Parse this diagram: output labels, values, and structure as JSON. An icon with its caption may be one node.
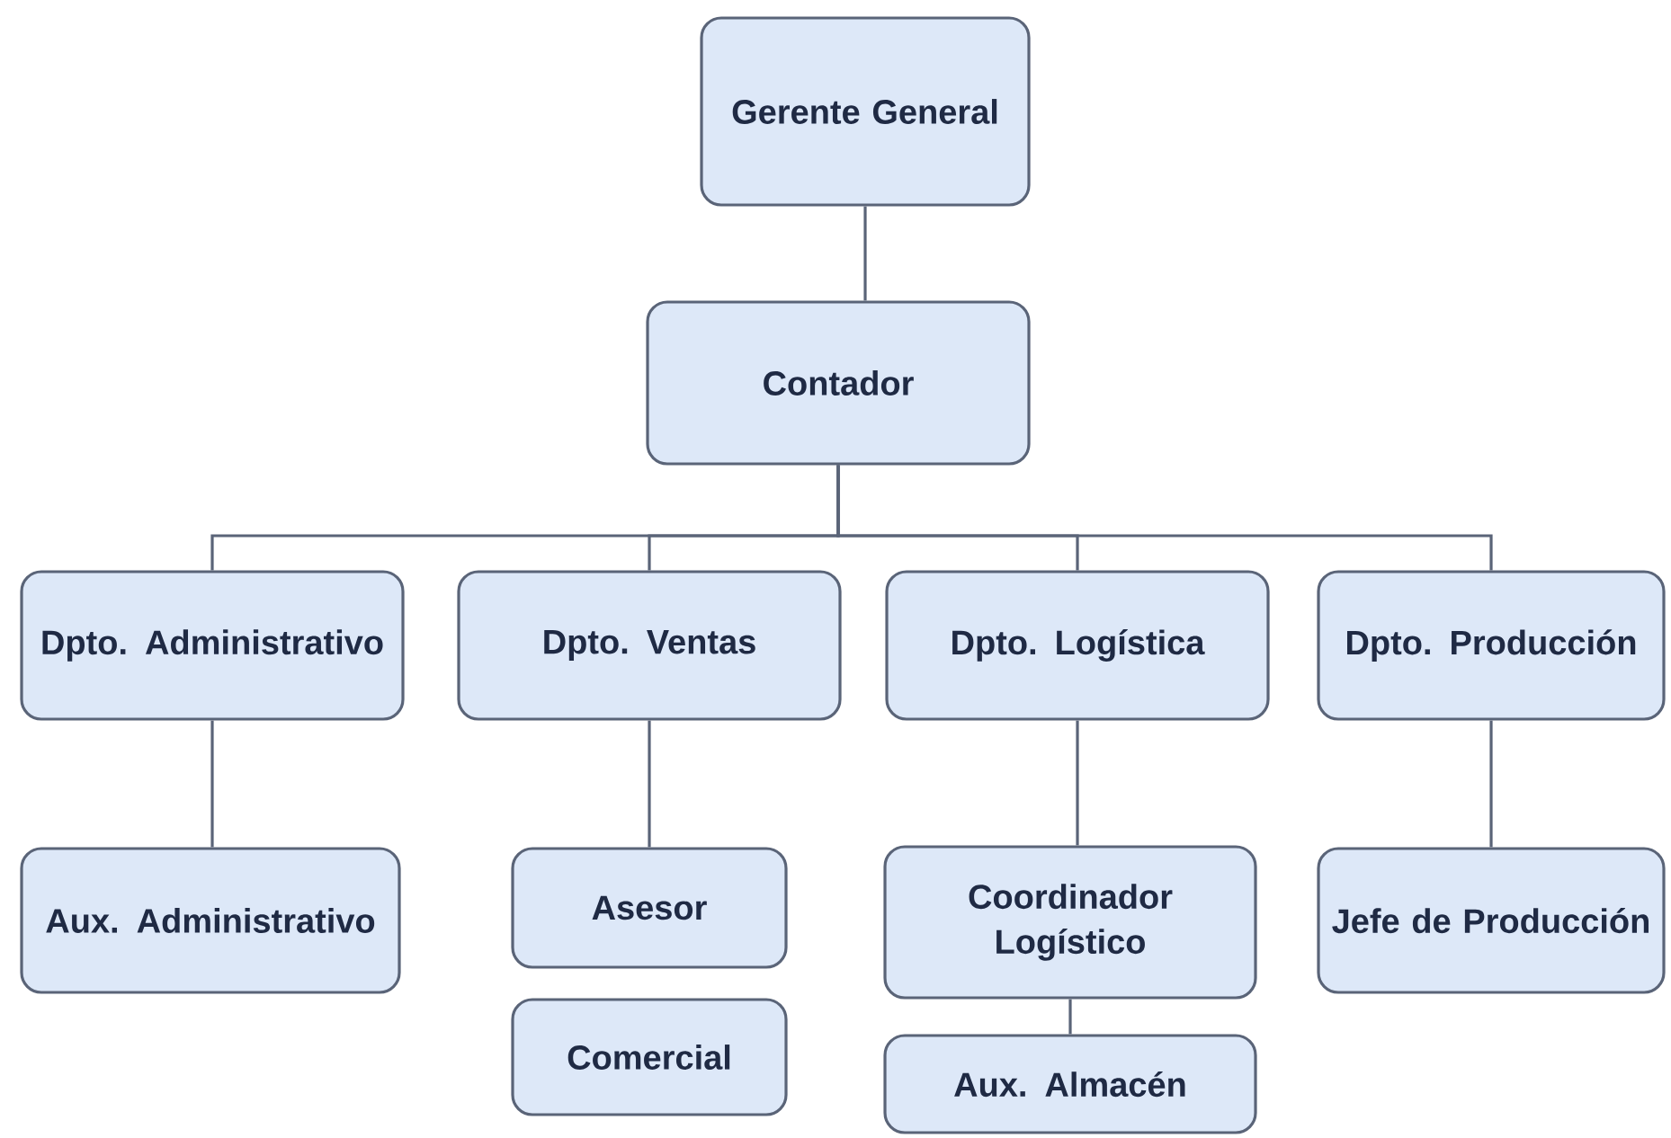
{
  "diagram": {
    "nodes": [
      {
        "text": [
          "Gerente General"
        ]
      },
      {
        "text": [
          "Contador"
        ]
      },
      {
        "text": [
          "Dpto. Administrativo"
        ]
      },
      {
        "text": [
          "Dpto. Ventas"
        ]
      },
      {
        "text": [
          "Dpto. Logística"
        ]
      },
      {
        "text": [
          "Dpto. Producción"
        ]
      },
      {
        "text": [
          "Aux. Administrativo"
        ]
      },
      {
        "text": [
          "Asesor"
        ]
      },
      {
        "text": [
          "Comercial"
        ]
      },
      {
        "text": [
          "Coordinador Logístico"
        ]
      },
      {
        "text": [
          "Aux. Almacén"
        ]
      },
      {
        "text": [
          "Jefe de Producción"
        ]
      }
    ],
    "edges": [
      {
        "from": 0,
        "to": 1,
        "arrow": "none"
      },
      {
        "from": 1,
        "to": 2,
        "arrow": "none"
      },
      {
        "from": 1,
        "to": 3,
        "arrow": "none"
      },
      {
        "from": 1,
        "to": 4,
        "arrow": "none"
      },
      {
        "from": 1,
        "to": 5,
        "arrow": "none"
      },
      {
        "from": 2,
        "to": 6,
        "arrow": "none"
      },
      {
        "from": 3,
        "to": 7,
        "arrow": "none"
      },
      {
        "from": 4,
        "to": 9,
        "arrow": "none"
      },
      {
        "from": 9,
        "to": 10,
        "arrow": "none"
      },
      {
        "from": 5,
        "to": 11,
        "arrow": "none"
      }
    ]
  }
}
